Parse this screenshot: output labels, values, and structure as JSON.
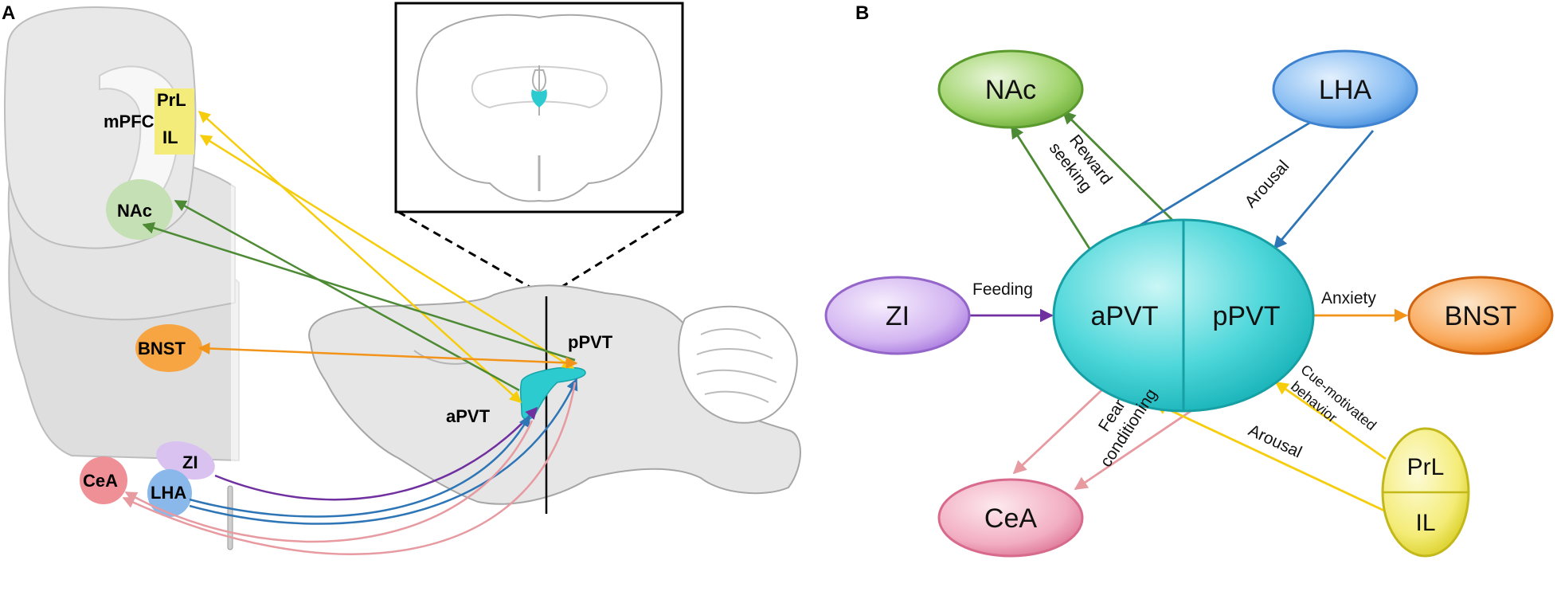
{
  "panel_a": {
    "label": "A",
    "regions": {
      "prl": "PrL",
      "il": "IL",
      "mpfc": "mPFC",
      "nac": "NAc",
      "bnst": "BNST",
      "zi": "ZI",
      "cea": "CeA",
      "lha": "LHA",
      "apvt": "aPVT",
      "ppvt": "pPVT"
    }
  },
  "panel_b": {
    "label": "B",
    "nodes": {
      "nac": "NAc",
      "lha": "LHA",
      "zi": "ZI",
      "apvt": "aPVT",
      "ppvt": "pPVT",
      "bnst": "BNST",
      "cea": "CeA",
      "prl": "PrL",
      "il": "IL"
    },
    "edges": {
      "reward_1": "Reward",
      "reward_2": "seeking",
      "arousal_lha": "Arousal",
      "feeding": "Feeding",
      "anxiety": "Anxiety",
      "cue_1": "Cue-motivated",
      "cue_2": "behavior",
      "fear_1": "Fear",
      "fear_2": "conditioning",
      "arousal_prl": "Arousal"
    }
  },
  "colors": {
    "prl_il": "#f3ec7a",
    "nac": "#c5e0b4",
    "bnst": "#f7a543",
    "zi": "#d9c2f0",
    "cea": "#ef8f96",
    "lha": "#8ab8ea",
    "pvt": "#2ccbcf",
    "arrow_yellow": "#f6cd0c",
    "arrow_green": "#4d8a34",
    "arrow_orange": "#f29419",
    "arrow_purple": "#7030a0",
    "arrow_blue": "#2e75b6",
    "arrow_pink": "#e79aa0"
  }
}
